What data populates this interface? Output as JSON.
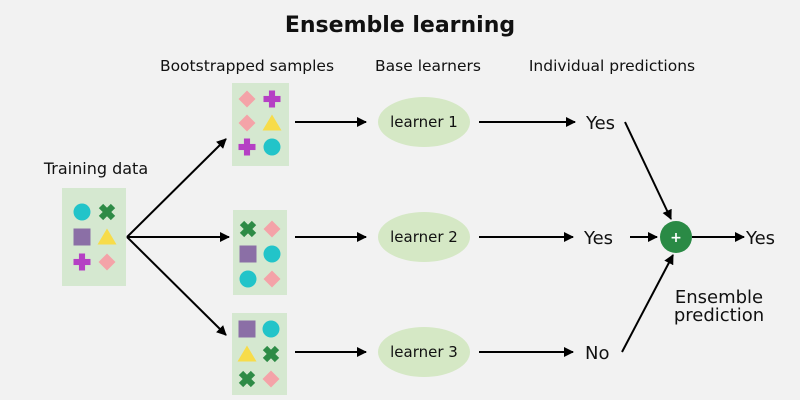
{
  "title": "Ensemble learning",
  "column_headers": {
    "bootstrapped": "Bootstrapped samples",
    "base_learners": "Base learners",
    "predictions": "Individual predictions"
  },
  "training": {
    "label": "Training data",
    "shapes": [
      "circle",
      "cross",
      "square",
      "triangle",
      "plus",
      "diamond"
    ]
  },
  "samples": [
    {
      "shapes": [
        "diamond",
        "plus",
        "diamond",
        "triangle",
        "plus",
        "circle"
      ]
    },
    {
      "shapes": [
        "cross",
        "diamond",
        "square",
        "circle",
        "circle",
        "diamond"
      ]
    },
    {
      "shapes": [
        "square",
        "circle",
        "triangle",
        "cross",
        "cross",
        "diamond"
      ]
    }
  ],
  "learners": [
    {
      "label": "learner 1",
      "prediction": "Yes"
    },
    {
      "label": "learner 2",
      "prediction": "Yes"
    },
    {
      "label": "learner 3",
      "prediction": "No"
    }
  ],
  "combiner": {
    "symbol": "+"
  },
  "final": {
    "prediction": "Yes",
    "label_line1": "Ensemble",
    "label_line2": "prediction"
  },
  "colors": {
    "background": "#f2f2f2",
    "box_fill": "#d5e8d0",
    "learner_fill": "#d5e8c5",
    "combiner_fill": "#2a8a45",
    "circle": "#22c4c9",
    "cross": "#2e8b46",
    "square": "#8b6fa6",
    "triangle": "#f7dc4a",
    "plus": "#b540c4",
    "diamond": "#f4a3a8",
    "arrow": "#000000"
  }
}
